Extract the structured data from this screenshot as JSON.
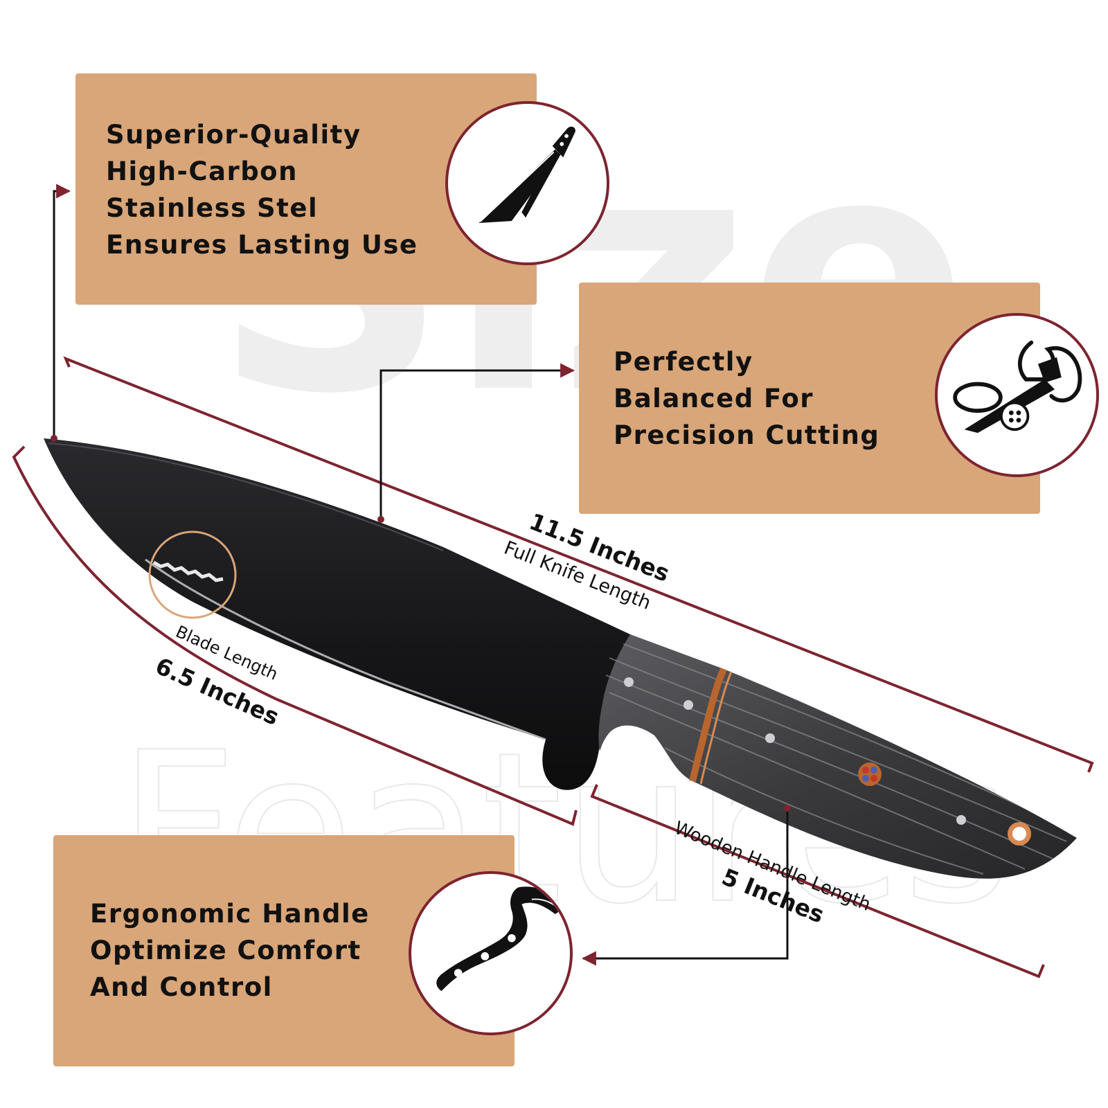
{
  "watermark": {
    "size_word": "Size",
    "features_word": "Features"
  },
  "colors": {
    "box_fill": "#d9a679",
    "accent": "#7d2430",
    "text": "#111111",
    "blade": "#1c1c1f",
    "handle": "#3a3a3d",
    "watermark": "#ececec"
  },
  "callouts": [
    {
      "id": "steel",
      "lines": [
        "Superior-Quality",
        "High-Carbon",
        "Stainless Stel",
        "Ensures Lasting Use"
      ],
      "icon": "chef-knife-icon"
    },
    {
      "id": "balance",
      "lines": [
        "Perfectly",
        "Balanced For",
        "Precision Cutting"
      ],
      "icon": "hand-balancing-knife-icon"
    },
    {
      "id": "handle",
      "lines": [
        "Ergonomic Handle",
        "Optimize Comfort",
        "And Control"
      ],
      "icon": "knife-handle-icon"
    }
  ],
  "measurements": {
    "full": {
      "value": "11.5 Inches",
      "label": "Full Knife Length"
    },
    "blade": {
      "value": "6.5 Inches",
      "label": "Blade Length"
    },
    "handle": {
      "value": "5 Inches",
      "label": "Wooden Handle Length"
    }
  }
}
